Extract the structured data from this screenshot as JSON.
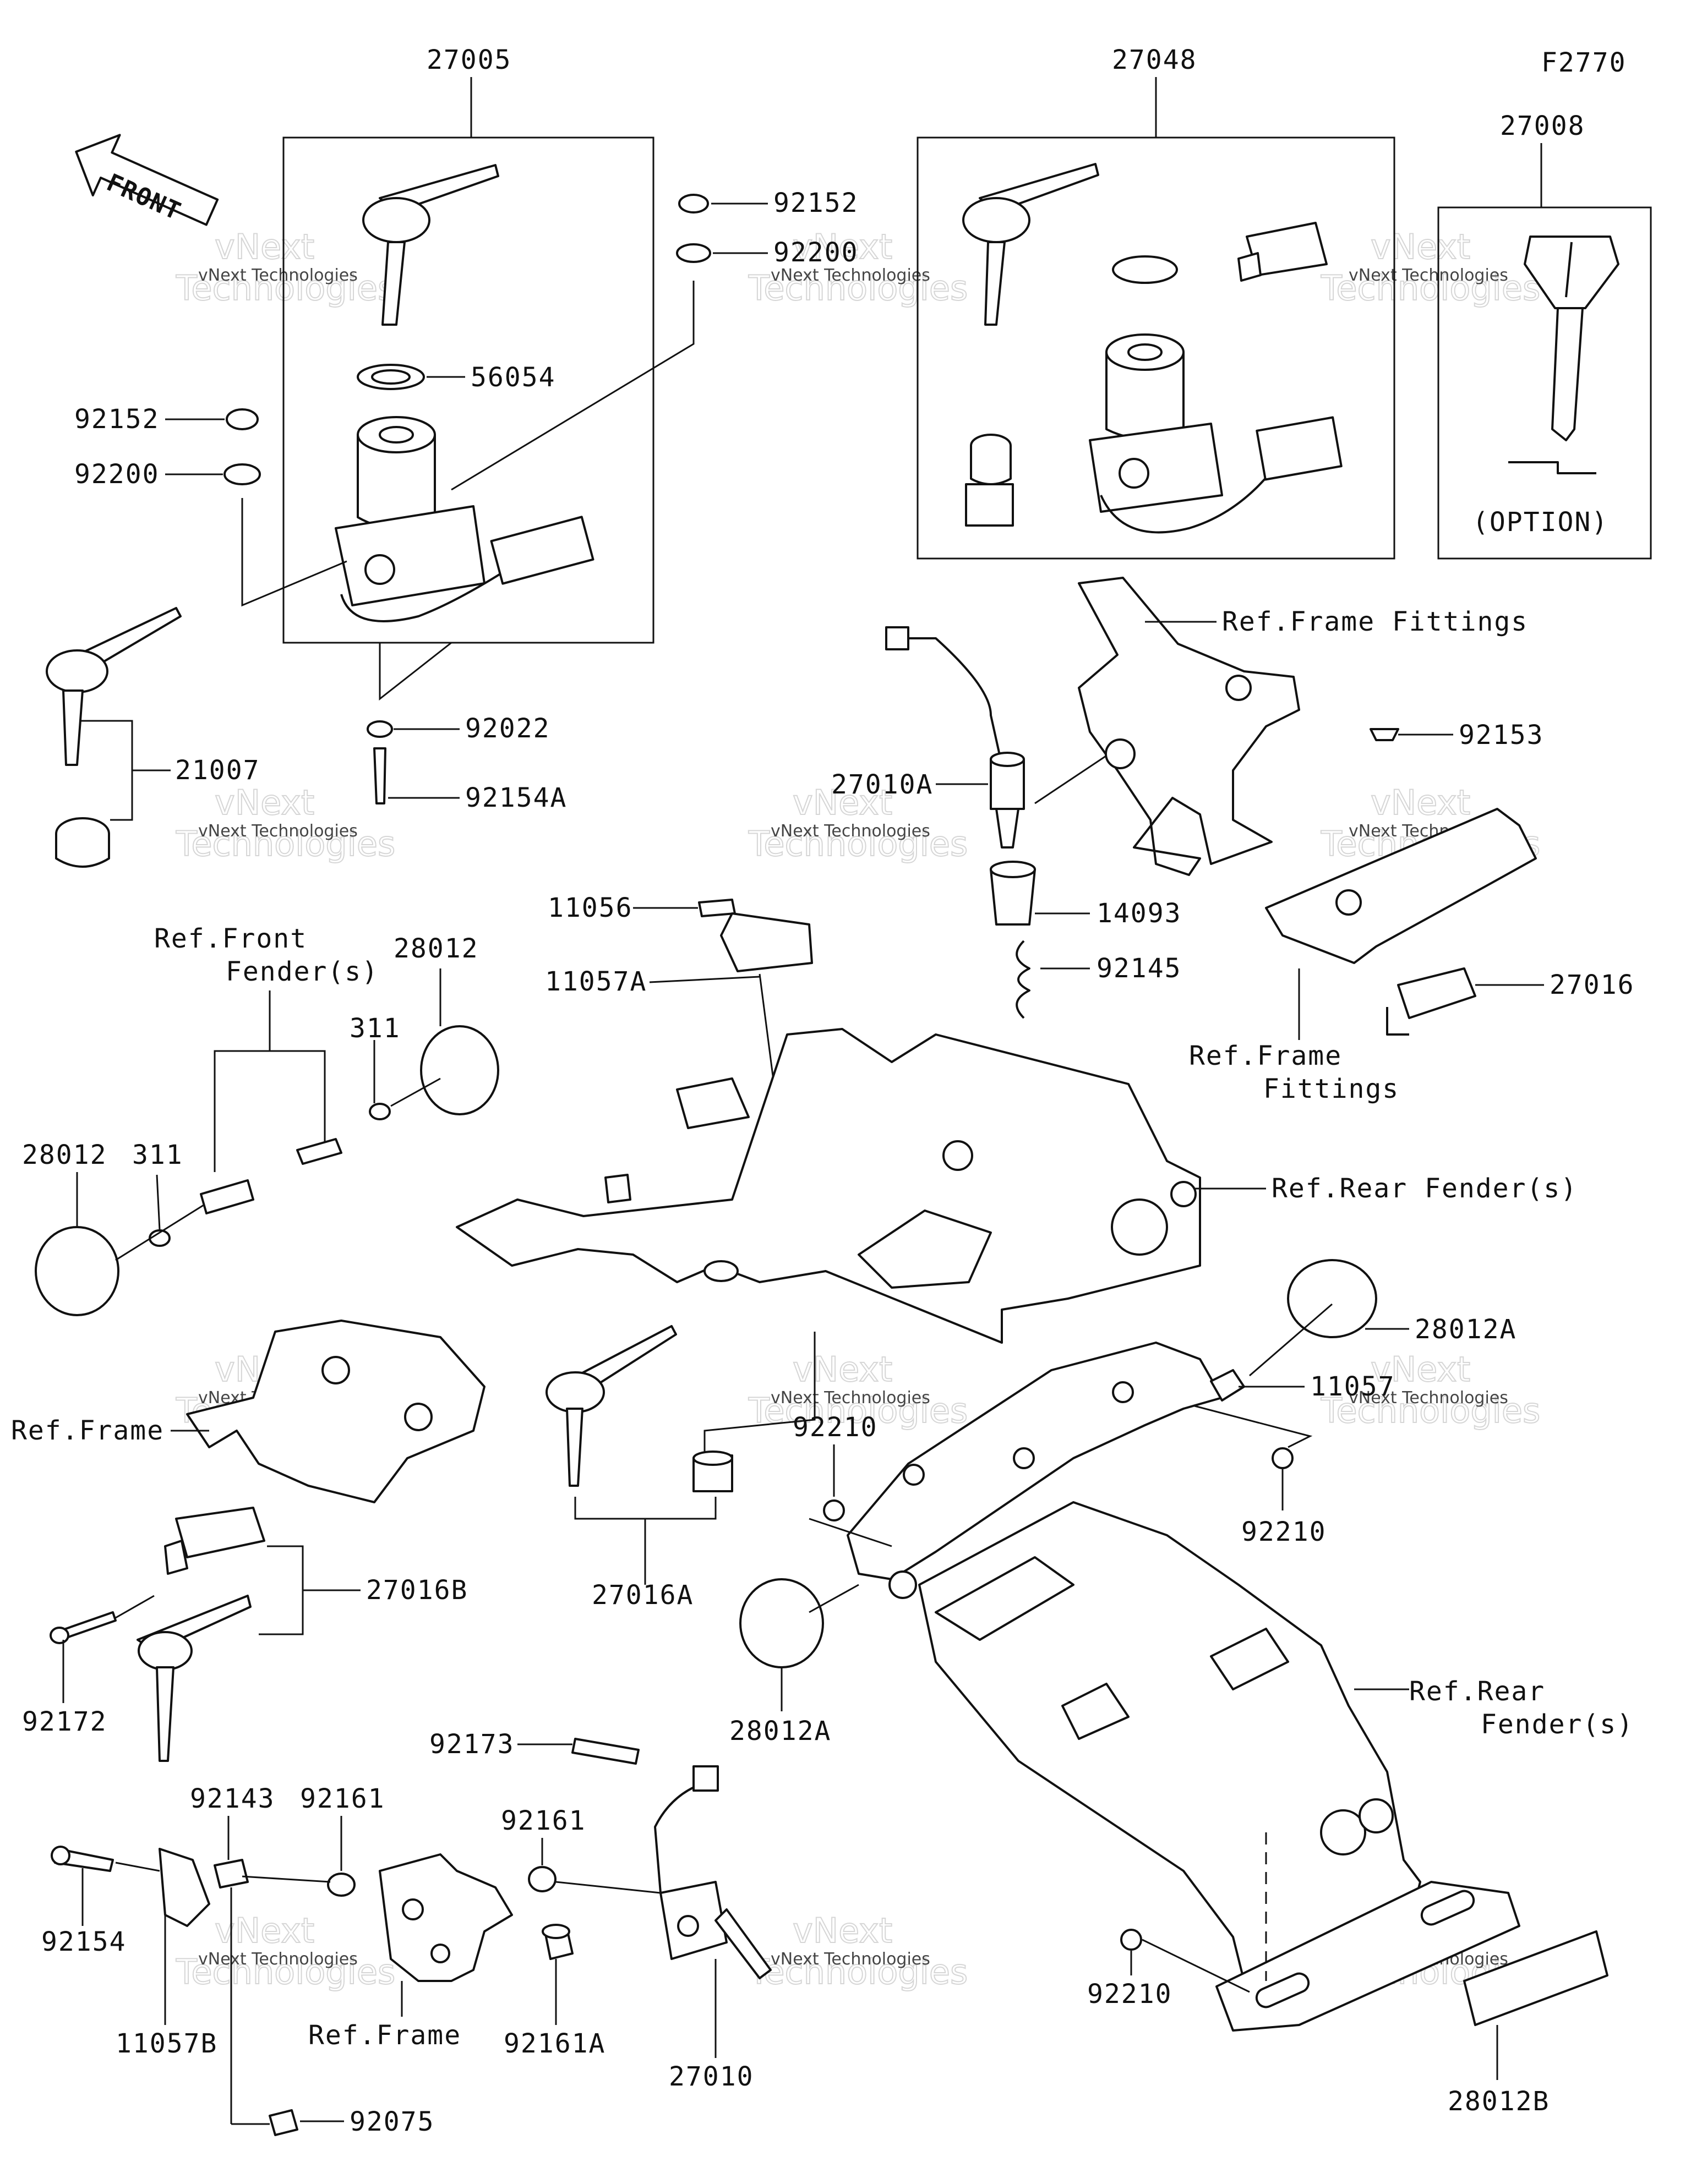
{
  "figure_id": "F2770",
  "front_arrow": "FRONT",
  "option_note": "(OPTION)",
  "watermark": {
    "company": "vNext Technologies",
    "brand_line1": "vNext",
    "brand_line2": "Technologies"
  },
  "callouts": {
    "c27005": "27005",
    "c27048": "27048",
    "c27008": "27008",
    "c92152a": "92152",
    "c92200a": "92200",
    "c56054": "56054",
    "c92152b": "92152",
    "c92200b": "92200",
    "c21007": "21007",
    "c92022": "92022",
    "c92154A": "92154A",
    "c27010A": "27010A",
    "c14093": "14093",
    "c92145": "92145",
    "refFrameFittings1": "Ref.Frame Fittings",
    "c92153": "92153",
    "c27016": "27016",
    "refFrameFittings2a": "Ref.Frame",
    "refFrameFittings2b": "Fittings",
    "c11056": "11056",
    "c11057A": "11057A",
    "refFrontFender1": "Ref.Front",
    "refFrontFender2": "Fender(s)",
    "c28012a": "28012",
    "c311a": "311",
    "c28012b": "28012",
    "c311b": "311",
    "refRearFender1": "Ref.Rear Fender(s)",
    "c28012A1": "28012A",
    "c11057": "11057",
    "refFrame1": "Ref.Frame",
    "c92210a": "92210",
    "c92210b": "92210",
    "c27016B": "27016B",
    "c27016A": "27016A",
    "c92172": "92172",
    "c28012A2": "28012A",
    "refRearFender2a": "Ref.Rear",
    "refRearFender2b": "Fender(s)",
    "c92173": "92173",
    "c92143": "92143",
    "c92161a": "92161",
    "c92161b": "92161",
    "c92154": "92154",
    "c11057B": "11057B",
    "refFrame2": "Ref.Frame",
    "c92161A": "92161A",
    "c27010": "27010",
    "c92210c": "92210",
    "c92075": "92075",
    "c28012B": "28012B"
  }
}
